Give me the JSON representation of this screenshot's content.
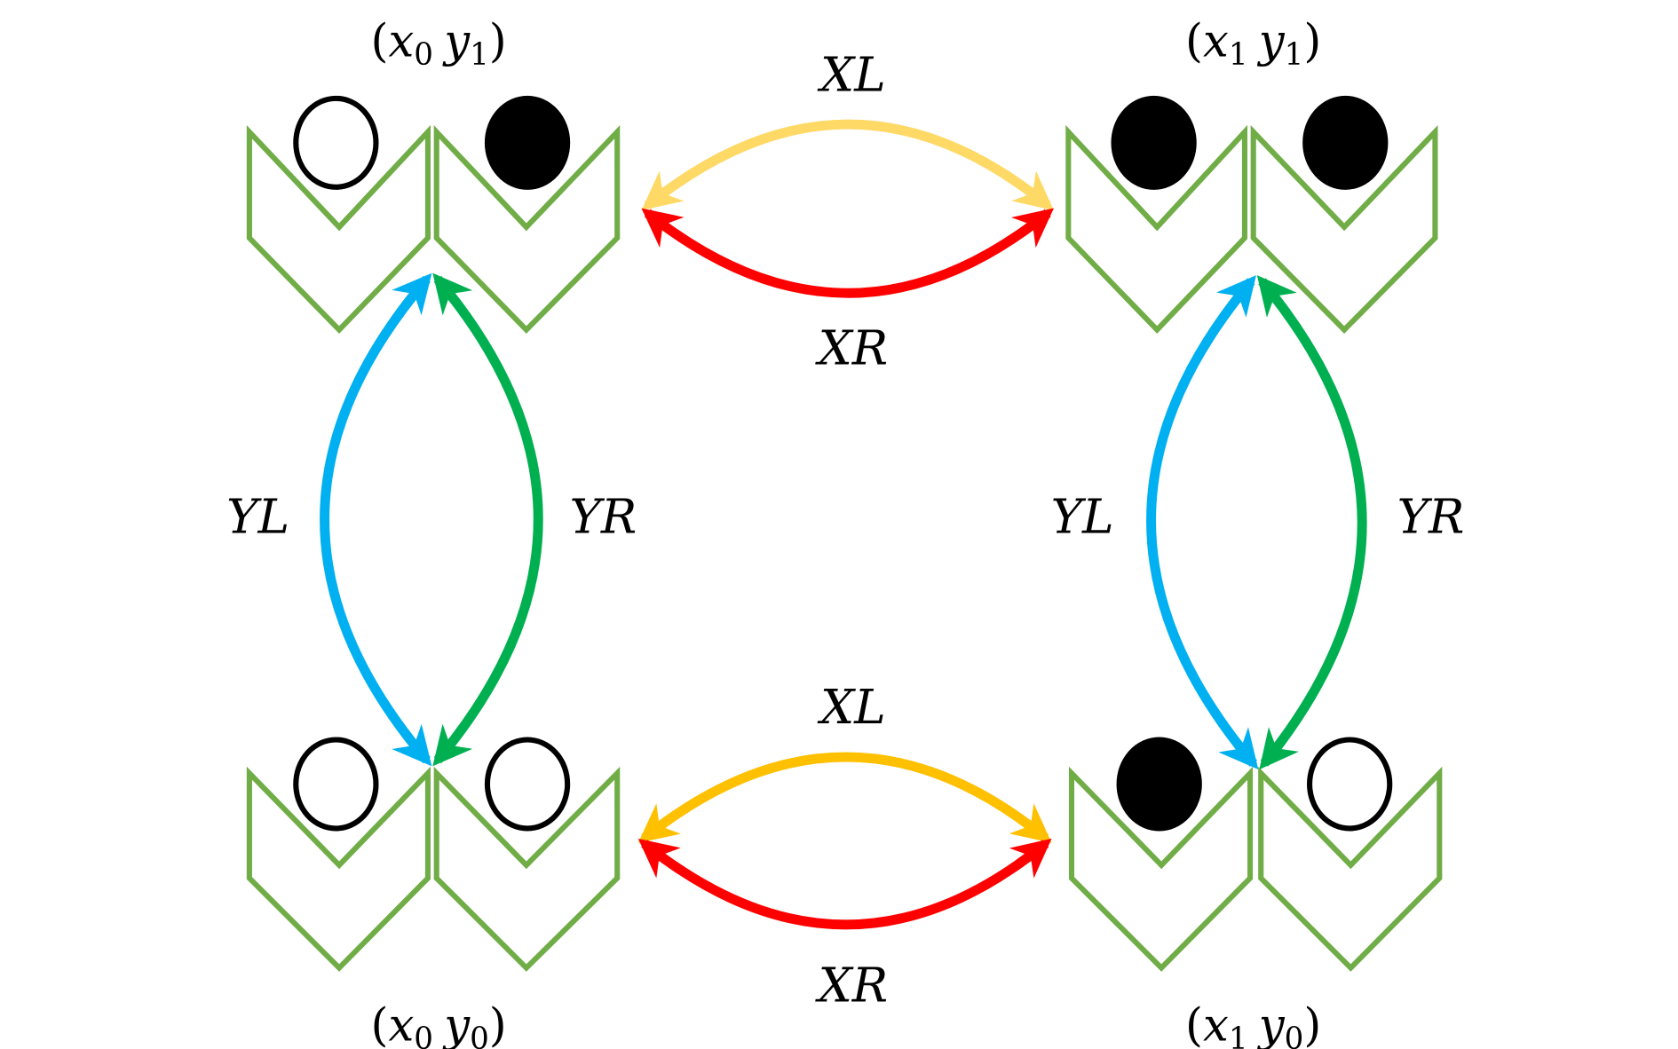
{
  "colors": {
    "chevron": "#70AD47",
    "xl_top": "#FFD966",
    "xl_bottom": "#FFC000",
    "xr": "#FF0000",
    "yl": "#00B0F0",
    "yr": "#00B050"
  },
  "states": {
    "top_left": {
      "label": {
        "x": "x",
        "xs": "0",
        "y": "y",
        "ys": "1"
      },
      "heads": [
        "open",
        "filled"
      ]
    },
    "top_right": {
      "label": {
        "x": "x",
        "xs": "1",
        "y": "y",
        "ys": "1"
      },
      "heads": [
        "filled",
        "filled"
      ]
    },
    "bottom_left": {
      "label": {
        "x": "x",
        "xs": "0",
        "y": "y",
        "ys": "0"
      },
      "heads": [
        "open",
        "open"
      ]
    },
    "bottom_right": {
      "label": {
        "x": "x",
        "xs": "1",
        "y": "y",
        "ys": "0"
      },
      "heads": [
        "filled",
        "open"
      ]
    }
  },
  "transitions": {
    "top_xl": "XL",
    "top_xr": "XR",
    "bottom_xl": "XL",
    "bottom_xr": "XR",
    "left_yl": "YL",
    "left_yr": "YR",
    "right_yl": "YL",
    "right_yr": "YR"
  }
}
